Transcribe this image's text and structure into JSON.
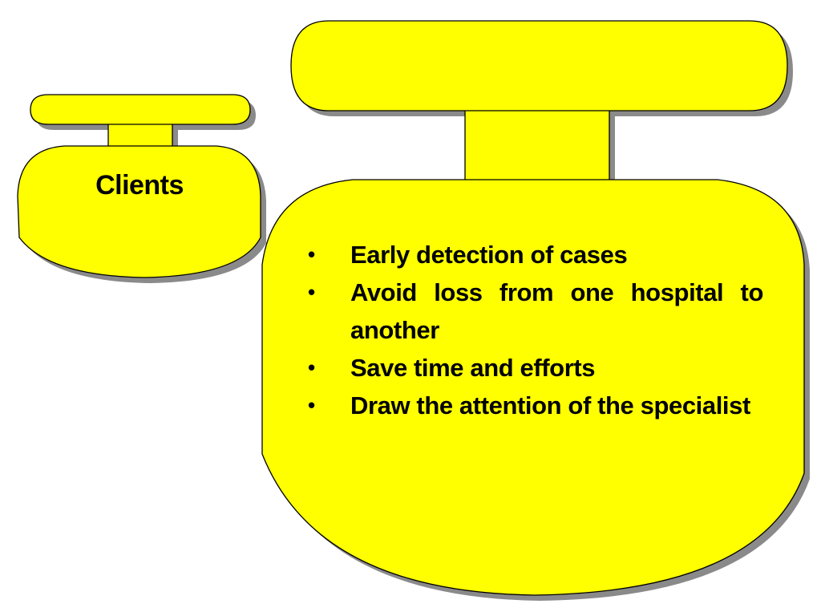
{
  "colors": {
    "shape_fill": "#ffff00",
    "shape_outline": "#000000",
    "shadow": "#8a8a8a"
  },
  "left_group": {
    "title": "Clients"
  },
  "right_group": {
    "bullets": [
      "Early detection of cases",
      "Avoid loss from one hospital to another",
      "Save time and efforts",
      "Draw the attention of the specialist"
    ]
  }
}
